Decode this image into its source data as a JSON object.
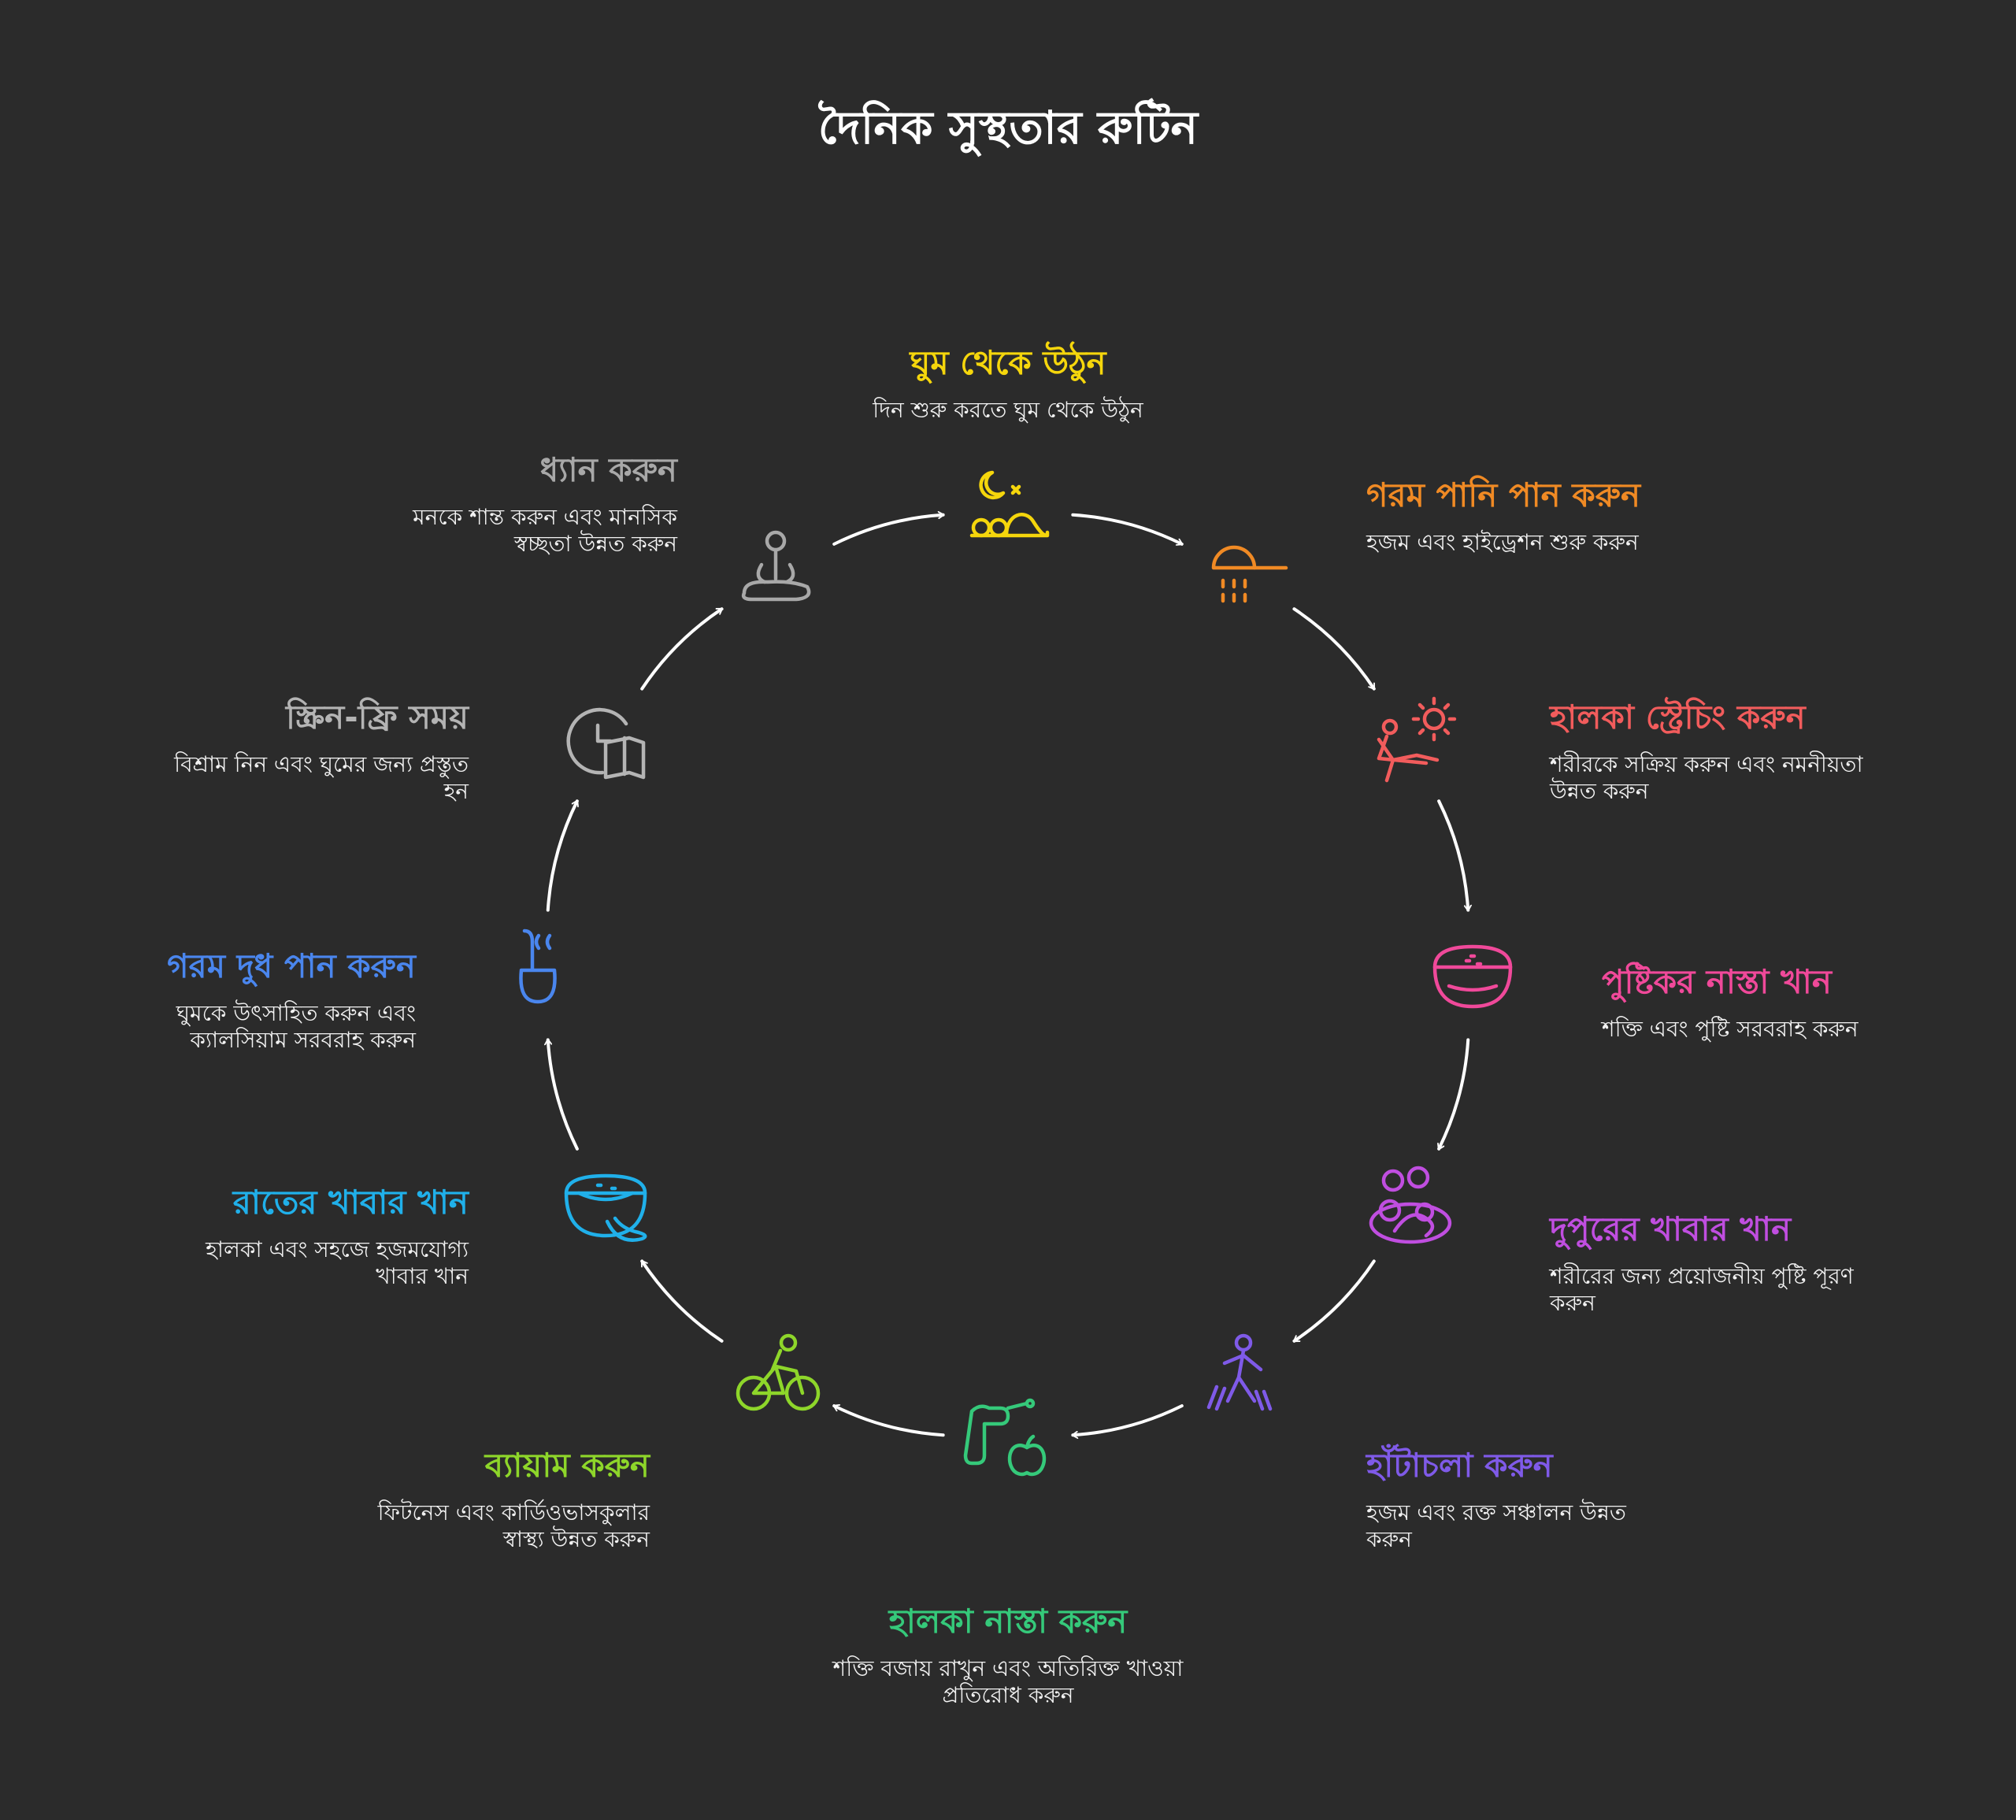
{
  "title": "দৈনিক সুস্থতার রুটিন",
  "steps": [
    {
      "title": "ঘুম থেকে উঠুন",
      "desc": "দিন শুরু করতে ঘুম থেকে উঠুন",
      "color": "#f5d60c",
      "icon": "sunrise-sleep-icon"
    },
    {
      "title": "গরম পানি পান করুন",
      "desc": "হজম এবং হাইড্রেশন শুরু করুন",
      "color": "#f08a24",
      "icon": "shower-icon"
    },
    {
      "title": "হালকা স্ট্রেচিং করুন",
      "desc": "শরীরকে সক্রিয় করুন এবং নমনীয়তা উন্নত করুন",
      "color": "#f25c5c",
      "icon": "sunbathing-stretch-icon"
    },
    {
      "title": "পুষ্টিকর নাস্তা খান",
      "desc": "শক্তি এবং পুষ্টি সরবরাহ করুন",
      "color": "#f0499a",
      "icon": "bowl-icon"
    },
    {
      "title": "দুপুরের খাবার খান",
      "desc": "শরীরের জন্য প্রয়োজনীয় পুষ্টি পূরণ করুন",
      "color": "#c04ee0",
      "icon": "lunch-plate-icon"
    },
    {
      "title": "হাঁটাচলা করুন",
      "desc": "হজম এবং রক্ত সঞ্চালন উন্নত করুন",
      "color": "#7f5ae8",
      "icon": "walking-person-icon"
    },
    {
      "title": "হালকা নাস্তা করুন",
      "desc": "শক্তি বজায় রাখুন এবং অতিরিক্ত খাওয়া প্রতিরোধ করুন",
      "color": "#35c97a",
      "icon": "snack-apple-icon"
    },
    {
      "title": "ব্যায়াম করুন",
      "desc": "ফিটনেস এবং কার্ডিওভাসকুলার স্বাস্থ্য উন্নত করুন",
      "color": "#8ed62a",
      "icon": "cycling-icon"
    },
    {
      "title": "রাতের খাবার খান",
      "desc": "হালকা এবং সহজে হজমযোগ্য খাবার খান",
      "color": "#20b0ea",
      "icon": "dinner-bowl-icon"
    },
    {
      "title": "গরম দুধ পান করুন",
      "desc": "ঘুমকে উৎসাহিত করুন এবং ক্যালসিয়াম সরবরাহ করুন",
      "color": "#4a86ee",
      "icon": "warm-milk-ladle-icon"
    },
    {
      "title": "স্ক্রিন-ফ্রি সময়",
      "desc": "বিশ্রাম নিন এবং ঘুমের জন্য প্রস্তুত হন",
      "color": "#b4b4b4",
      "icon": "clock-book-icon"
    },
    {
      "title": "ধ্যান করুন",
      "desc": "মনকে শান্ত করুন এবং মানসিক স্বচ্ছতা উন্নত করুন",
      "color": "#a8a8a8",
      "icon": "meditation-icon"
    }
  ]
}
